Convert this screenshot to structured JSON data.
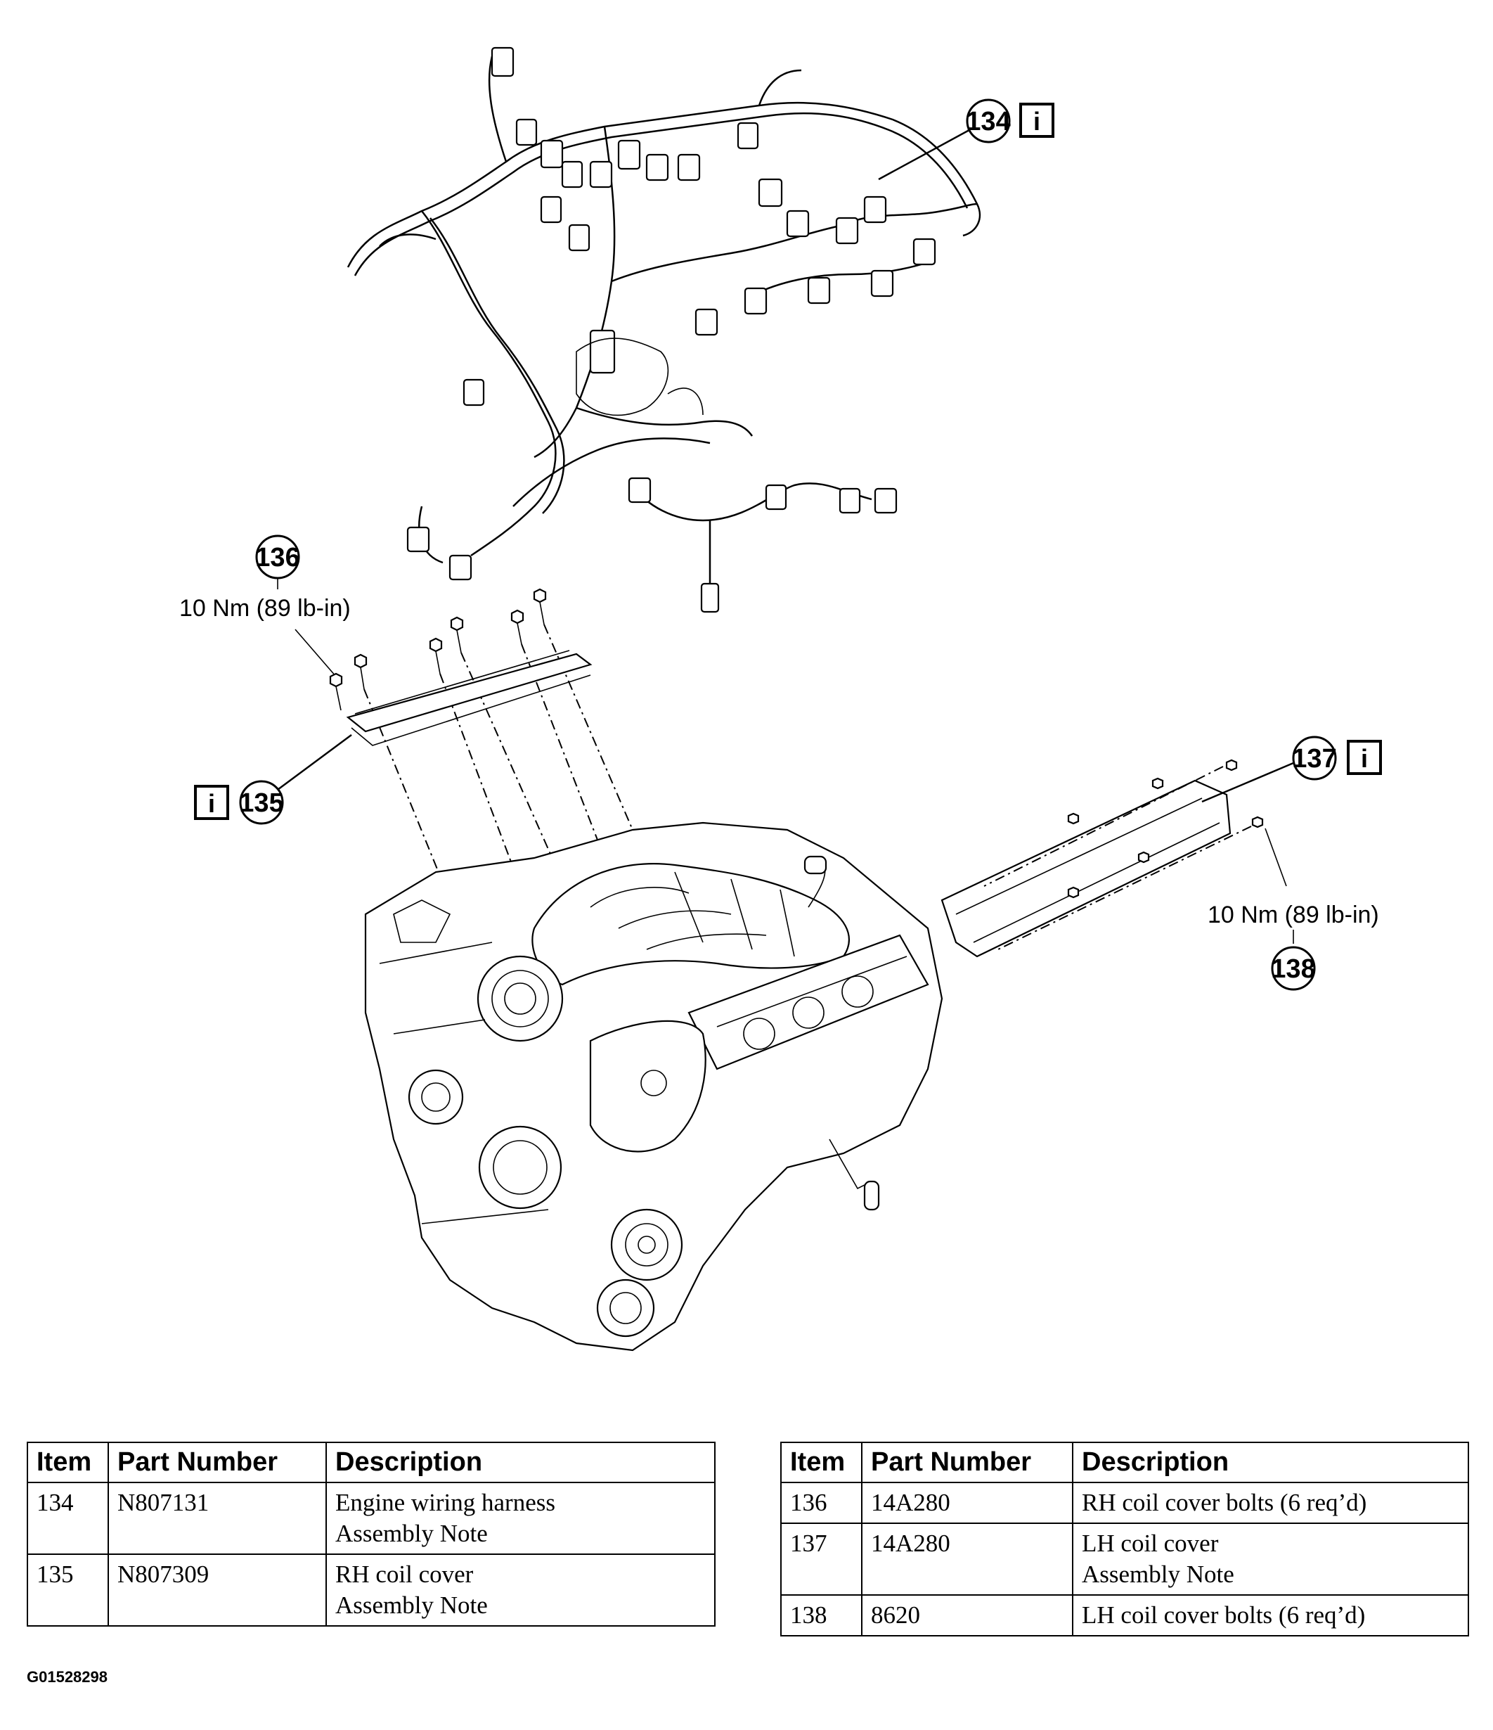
{
  "callouts": {
    "c134": {
      "number": "134",
      "info": "i"
    },
    "c135": {
      "number": "135",
      "info": "i"
    },
    "c136": {
      "number": "136",
      "torque": "10 Nm (89 lb-in)"
    },
    "c137": {
      "number": "137",
      "info": "i"
    },
    "c138": {
      "number": "138",
      "torque": "10 Nm (89 lb-in)"
    }
  },
  "tables": {
    "left": {
      "headers": {
        "item": "Item",
        "part_number": "Part Number",
        "description": "Description"
      },
      "rows": [
        {
          "item": "134",
          "part_number": "N807131",
          "desc1": "Engine wiring harness",
          "desc2": "Assembly Note"
        },
        {
          "item": "135",
          "part_number": "N807309",
          "desc1": "RH coil cover",
          "desc2": "Assembly Note"
        }
      ]
    },
    "right": {
      "headers": {
        "item": "Item",
        "part_number": "Part Number",
        "description": "Description"
      },
      "rows": [
        {
          "item": "136",
          "part_number": "14A280",
          "desc1": "RH coil cover bolts (6 req’d)",
          "desc2": ""
        },
        {
          "item": "137",
          "part_number": "14A280",
          "desc1": "LH coil cover",
          "desc2": "Assembly Note"
        },
        {
          "item": "138",
          "part_number": "8620",
          "desc1": "LH coil cover bolts (6 req’d)",
          "desc2": ""
        }
      ]
    }
  },
  "figure_code": "G01528298"
}
